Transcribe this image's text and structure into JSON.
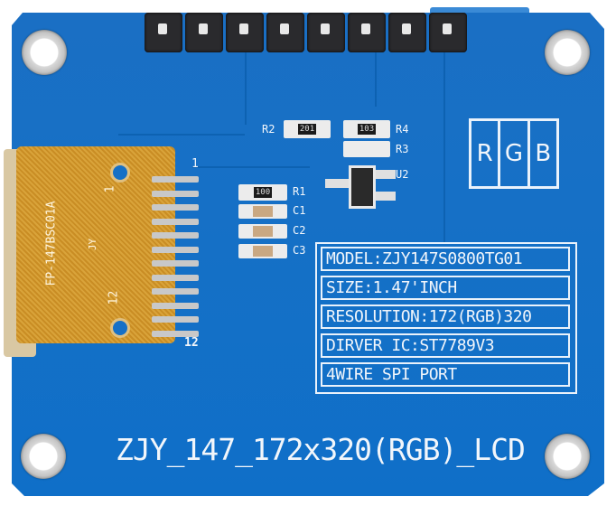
{
  "board": {
    "bottom_label": "ZJY_147_172x320(RGB)_LCD",
    "colors": {
      "pcb": "#1670c6",
      "silkscreen": "#f2f6fb",
      "flex": "#d39a30",
      "header": "#2a2a2d"
    },
    "header_pins": 8
  },
  "info_box": {
    "rows": [
      "MODEL:ZJY147S0800TG01",
      "SIZE:1.47'INCH",
      "RESOLUTION:172(RGB)320",
      "DIRVER IC:ST7789V3",
      "4WIRE SPI PORT"
    ]
  },
  "rgb_box": {
    "letters": [
      "R",
      "G",
      "B"
    ]
  },
  "components": {
    "r2": {
      "label": "R2",
      "marking": "201"
    },
    "r4": {
      "label": "R4",
      "marking": "103"
    },
    "r3": {
      "label": "R3"
    },
    "u2": {
      "label": "U2"
    },
    "r1": {
      "label": "R1",
      "marking": "100"
    },
    "c1": {
      "label": "C1"
    },
    "c2": {
      "label": "C2"
    },
    "c3": {
      "label": "C3"
    }
  },
  "flex_cable": {
    "marking": "FP-147BSC01A",
    "maker": "JY",
    "pin_first": "1",
    "pin_last": "12"
  },
  "pcb_pin_labels": {
    "first": "1",
    "last": "12"
  }
}
